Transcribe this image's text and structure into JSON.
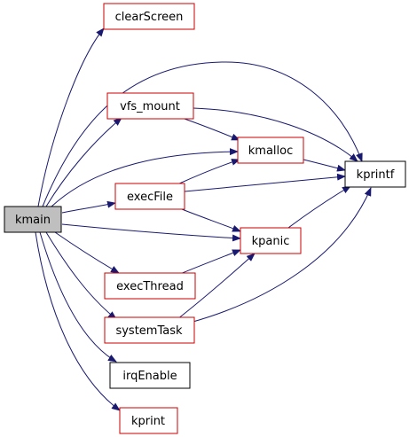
{
  "colors": {
    "edge": "#191970",
    "border_linked": "#cc0000",
    "border_plain": "#000000",
    "root_fill": "#bfbfbf",
    "node_fill": "#ffffff"
  },
  "nodes": [
    {
      "id": "kmain",
      "label": "kmain",
      "style": "root"
    },
    {
      "id": "clearScreen",
      "label": "clearScreen",
      "style": "linked"
    },
    {
      "id": "vfs_mount",
      "label": "vfs_mount",
      "style": "linked"
    },
    {
      "id": "kmalloc",
      "label": "kmalloc",
      "style": "linked"
    },
    {
      "id": "kprintf",
      "label": "kprintf",
      "style": "plain"
    },
    {
      "id": "execFile",
      "label": "execFile",
      "style": "linked"
    },
    {
      "id": "kpanic",
      "label": "kpanic",
      "style": "linked"
    },
    {
      "id": "execThread",
      "label": "execThread",
      "style": "linked"
    },
    {
      "id": "systemTask",
      "label": "systemTask",
      "style": "linked"
    },
    {
      "id": "irqEnable",
      "label": "irqEnable",
      "style": "plain"
    },
    {
      "id": "kprint",
      "label": "kprint",
      "style": "linked"
    }
  ],
  "edges": [
    {
      "from": "kmain",
      "to": "clearScreen"
    },
    {
      "from": "kmain",
      "to": "kprintf"
    },
    {
      "from": "kmain",
      "to": "vfs_mount"
    },
    {
      "from": "kmain",
      "to": "kmalloc"
    },
    {
      "from": "kmain",
      "to": "execFile"
    },
    {
      "from": "kmain",
      "to": "kpanic"
    },
    {
      "from": "kmain",
      "to": "execThread"
    },
    {
      "from": "kmain",
      "to": "systemTask"
    },
    {
      "from": "kmain",
      "to": "irqEnable"
    },
    {
      "from": "kmain",
      "to": "kprint"
    },
    {
      "from": "vfs_mount",
      "to": "kmalloc"
    },
    {
      "from": "vfs_mount",
      "to": "kprintf"
    },
    {
      "from": "kmalloc",
      "to": "kprintf"
    },
    {
      "from": "execFile",
      "to": "kmalloc"
    },
    {
      "from": "execFile",
      "to": "kprintf"
    },
    {
      "from": "execFile",
      "to": "kpanic"
    },
    {
      "from": "kpanic",
      "to": "kprintf"
    },
    {
      "from": "execThread",
      "to": "kpanic"
    },
    {
      "from": "systemTask",
      "to": "kpanic"
    },
    {
      "from": "systemTask",
      "to": "kprintf"
    }
  ]
}
